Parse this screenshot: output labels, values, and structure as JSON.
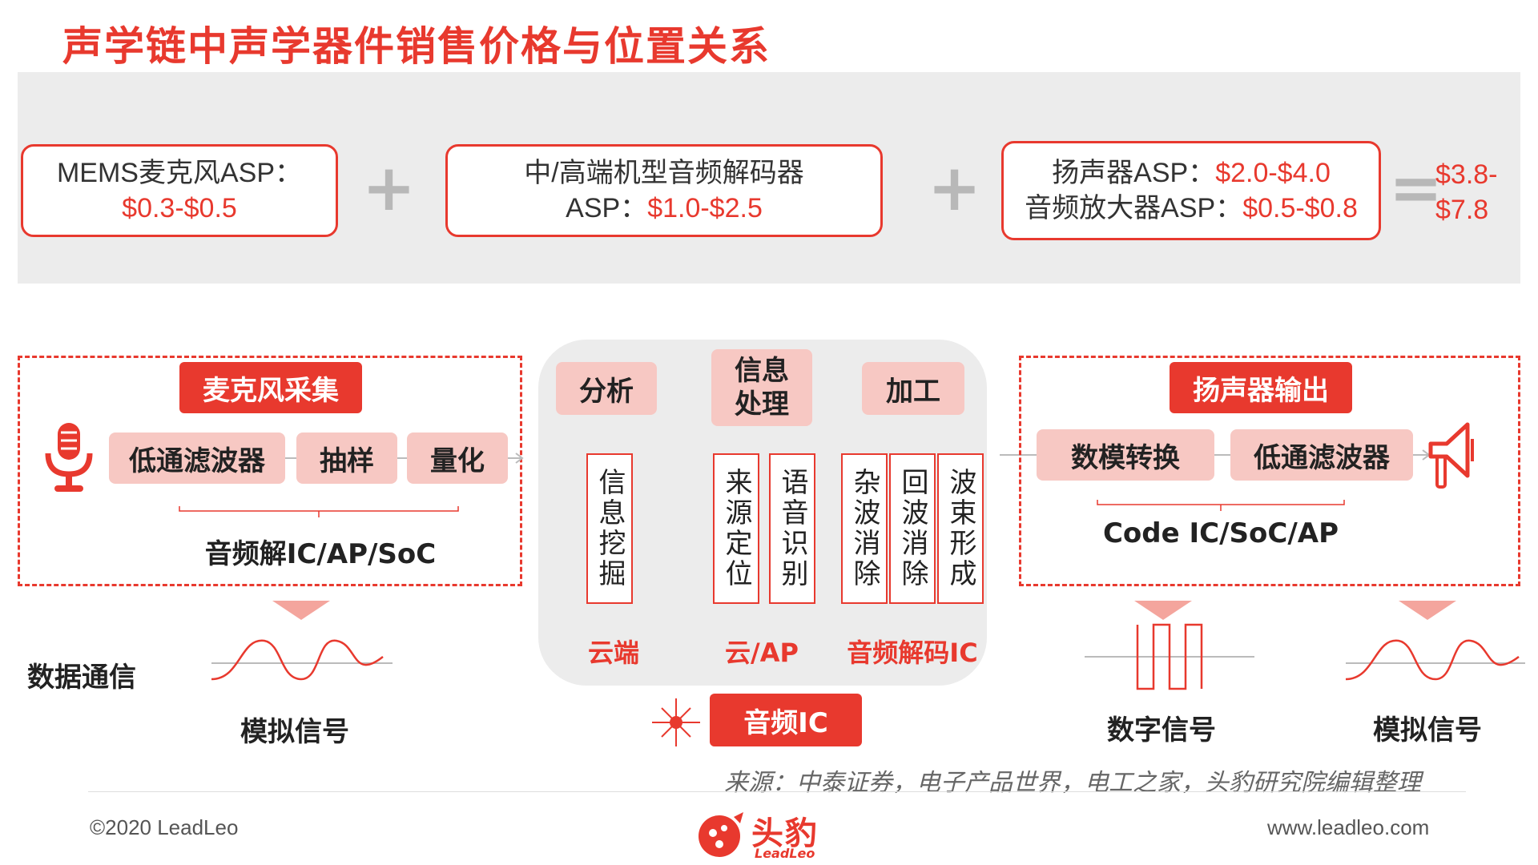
{
  "title": "声学链中声学器件销售价格与位置关系",
  "prices": {
    "mems": {
      "label": "MEMS麦克风ASP：",
      "value": "$0.3-$0.5"
    },
    "codec": {
      "label_line1": "中/高端机型音频解码器",
      "label_line2": "ASP：",
      "value": "$1.0-$2.5"
    },
    "speaker": {
      "label": "扬声器ASP：",
      "value": "$2.0-$4.0"
    },
    "amp": {
      "label": "音频放大器ASP：",
      "value": "$0.5-$0.8"
    },
    "plus": "+",
    "equals": "=",
    "total_line1": "$3.8-",
    "total_line2": "$7.8"
  },
  "mic_section": {
    "stage": "麦克风采集",
    "steps": [
      "低通滤波器",
      "抽样",
      "量化"
    ],
    "chip": "音频解IC/AP/SoC",
    "icon": "microphone-icon"
  },
  "center": {
    "headers": [
      "分析",
      "信息处理",
      "加工"
    ],
    "vboxes": [
      "信息挖掘",
      "来源定位",
      "语音识别",
      "杂波消除",
      "回波消除",
      "波束形成"
    ],
    "labels": [
      "云端",
      "云/AP",
      "音频解码IC"
    ],
    "audio_ic": "音频IC",
    "icon": "sparkle-icon"
  },
  "speaker_section": {
    "stage": "扬声器输出",
    "steps": [
      "数模转换",
      "低通滤波器"
    ],
    "chip": "Code IC/SoC/AP",
    "icon": "megaphone-icon"
  },
  "signals": {
    "data_comm": "数据通信",
    "analog1": "模拟信号",
    "digital": "数字信号",
    "analog2": "模拟信号"
  },
  "source": "来源：中泰证券，电子产品世界，电工之家，头豹研究院编辑整理",
  "footer": {
    "copyright": "©2020 LeadLeo",
    "logo_text": "头豹",
    "logo_sub": "LeadLeo",
    "url": "www.leadleo.com"
  },
  "colors": {
    "accent": "#e8392e",
    "pill": "#f7c8c3",
    "band": "#ececec"
  }
}
